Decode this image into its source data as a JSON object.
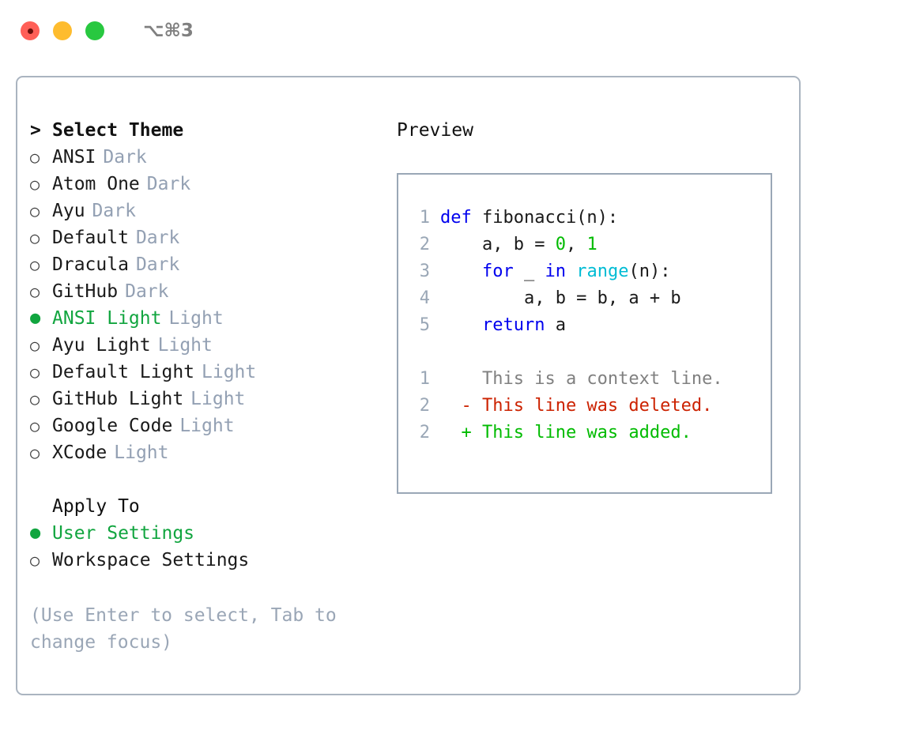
{
  "titlebar": {
    "shortcut": "⌥⌘3",
    "buttons": [
      {
        "name": "close",
        "color": "#ff5f57"
      },
      {
        "name": "minimize",
        "color": "#febc2e"
      },
      {
        "name": "maximize",
        "color": "#28c840"
      }
    ]
  },
  "colors": {
    "accent_green": "#11a53f",
    "muted": "#93a0b3",
    "border": "#aab4c0",
    "keyword": "#0000ee",
    "function": "#00bcd4",
    "number": "#00bb00",
    "diff_delete": "#cc2200",
    "diff_add": "#00bb00",
    "diff_context": "#808080"
  },
  "theme_picker": {
    "caret": ">",
    "title": "Select Theme",
    "marker_on": "●",
    "marker_off": "○",
    "items": [
      {
        "label": "ANSI",
        "tag": "Dark",
        "selected": false
      },
      {
        "label": "Atom One",
        "tag": "Dark",
        "selected": false
      },
      {
        "label": "Ayu",
        "tag": "Dark",
        "selected": false
      },
      {
        "label": "Default",
        "tag": "Dark",
        "selected": false
      },
      {
        "label": "Dracula",
        "tag": "Dark",
        "selected": false
      },
      {
        "label": "GitHub",
        "tag": "Dark",
        "selected": false
      },
      {
        "label": "ANSI Light",
        "tag": "Light",
        "selected": true
      },
      {
        "label": "Ayu Light",
        "tag": "Light",
        "selected": false
      },
      {
        "label": "Default Light",
        "tag": "Light",
        "selected": false
      },
      {
        "label": "GitHub Light",
        "tag": "Light",
        "selected": false
      },
      {
        "label": "Google Code",
        "tag": "Light",
        "selected": false
      },
      {
        "label": "XCode",
        "tag": "Light",
        "selected": false
      }
    ]
  },
  "apply_to": {
    "title": "Apply To",
    "options": [
      {
        "label": "User Settings",
        "selected": true
      },
      {
        "label": "Workspace Settings",
        "selected": false
      }
    ]
  },
  "hint": "(Use Enter to select, Tab to change focus)",
  "preview": {
    "label": "Preview",
    "code": [
      {
        "num": "1",
        "tokens": [
          {
            "t": "def ",
            "c": "kw"
          },
          {
            "t": "fibonacci(n):",
            "c": "plain"
          }
        ]
      },
      {
        "num": "2",
        "tokens": [
          {
            "t": "    a, b = ",
            "c": "plain"
          },
          {
            "t": "0",
            "c": "num"
          },
          {
            "t": ", ",
            "c": "plain"
          },
          {
            "t": "1",
            "c": "num"
          }
        ]
      },
      {
        "num": "3",
        "tokens": [
          {
            "t": "    ",
            "c": "plain"
          },
          {
            "t": "for",
            "c": "kw"
          },
          {
            "t": " _ ",
            "c": "plain"
          },
          {
            "t": "in",
            "c": "kw"
          },
          {
            "t": " ",
            "c": "plain"
          },
          {
            "t": "range",
            "c": "fn"
          },
          {
            "t": "(n):",
            "c": "plain"
          }
        ]
      },
      {
        "num": "4",
        "tokens": [
          {
            "t": "        a, b = b, a + b",
            "c": "plain"
          }
        ]
      },
      {
        "num": "5",
        "tokens": [
          {
            "t": "    ",
            "c": "plain"
          },
          {
            "t": "return",
            "c": "kw"
          },
          {
            "t": " a",
            "c": "plain"
          }
        ]
      }
    ],
    "diff": [
      {
        "num": "1",
        "marker": " ",
        "text": "This is a context line.",
        "kind": "diff-ctx"
      },
      {
        "num": "2",
        "marker": "-",
        "text": "This line was deleted.",
        "kind": "diff-del"
      },
      {
        "num": "2",
        "marker": "+",
        "text": "This line was added.",
        "kind": "diff-add"
      }
    ]
  }
}
